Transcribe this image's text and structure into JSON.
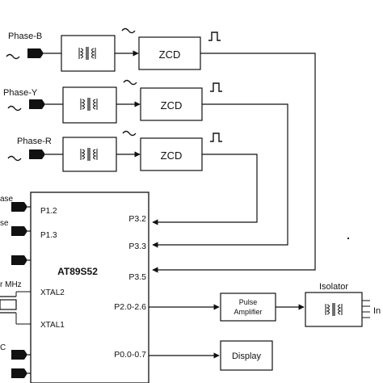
{
  "diagram": {
    "phases": [
      {
        "label": "Phase-B",
        "block": "ZCD"
      },
      {
        "label": "Phase-Y",
        "block": "ZCD"
      },
      {
        "label": "Phase-R",
        "block": "ZCD"
      }
    ],
    "mcu": {
      "name": "AT89S52",
      "left_pins": [
        "P1.2",
        "P1.3",
        "XTAL2",
        "XTAL1"
      ],
      "right_pins": [
        "P3.2",
        "P3.3",
        "P3.5",
        "P2.0-2.6",
        "P0.0-0.7"
      ]
    },
    "left_labels": [
      "ase",
      "se",
      "r MHz",
      "C"
    ],
    "pulse_amplifier": {
      "line1": "Pulse",
      "line2": "Amplifier"
    },
    "isolator": {
      "title": "Isolator",
      "out_label": "In"
    },
    "display": "Display"
  },
  "colors": {
    "line": "#111111",
    "background": "#ffffff"
  }
}
